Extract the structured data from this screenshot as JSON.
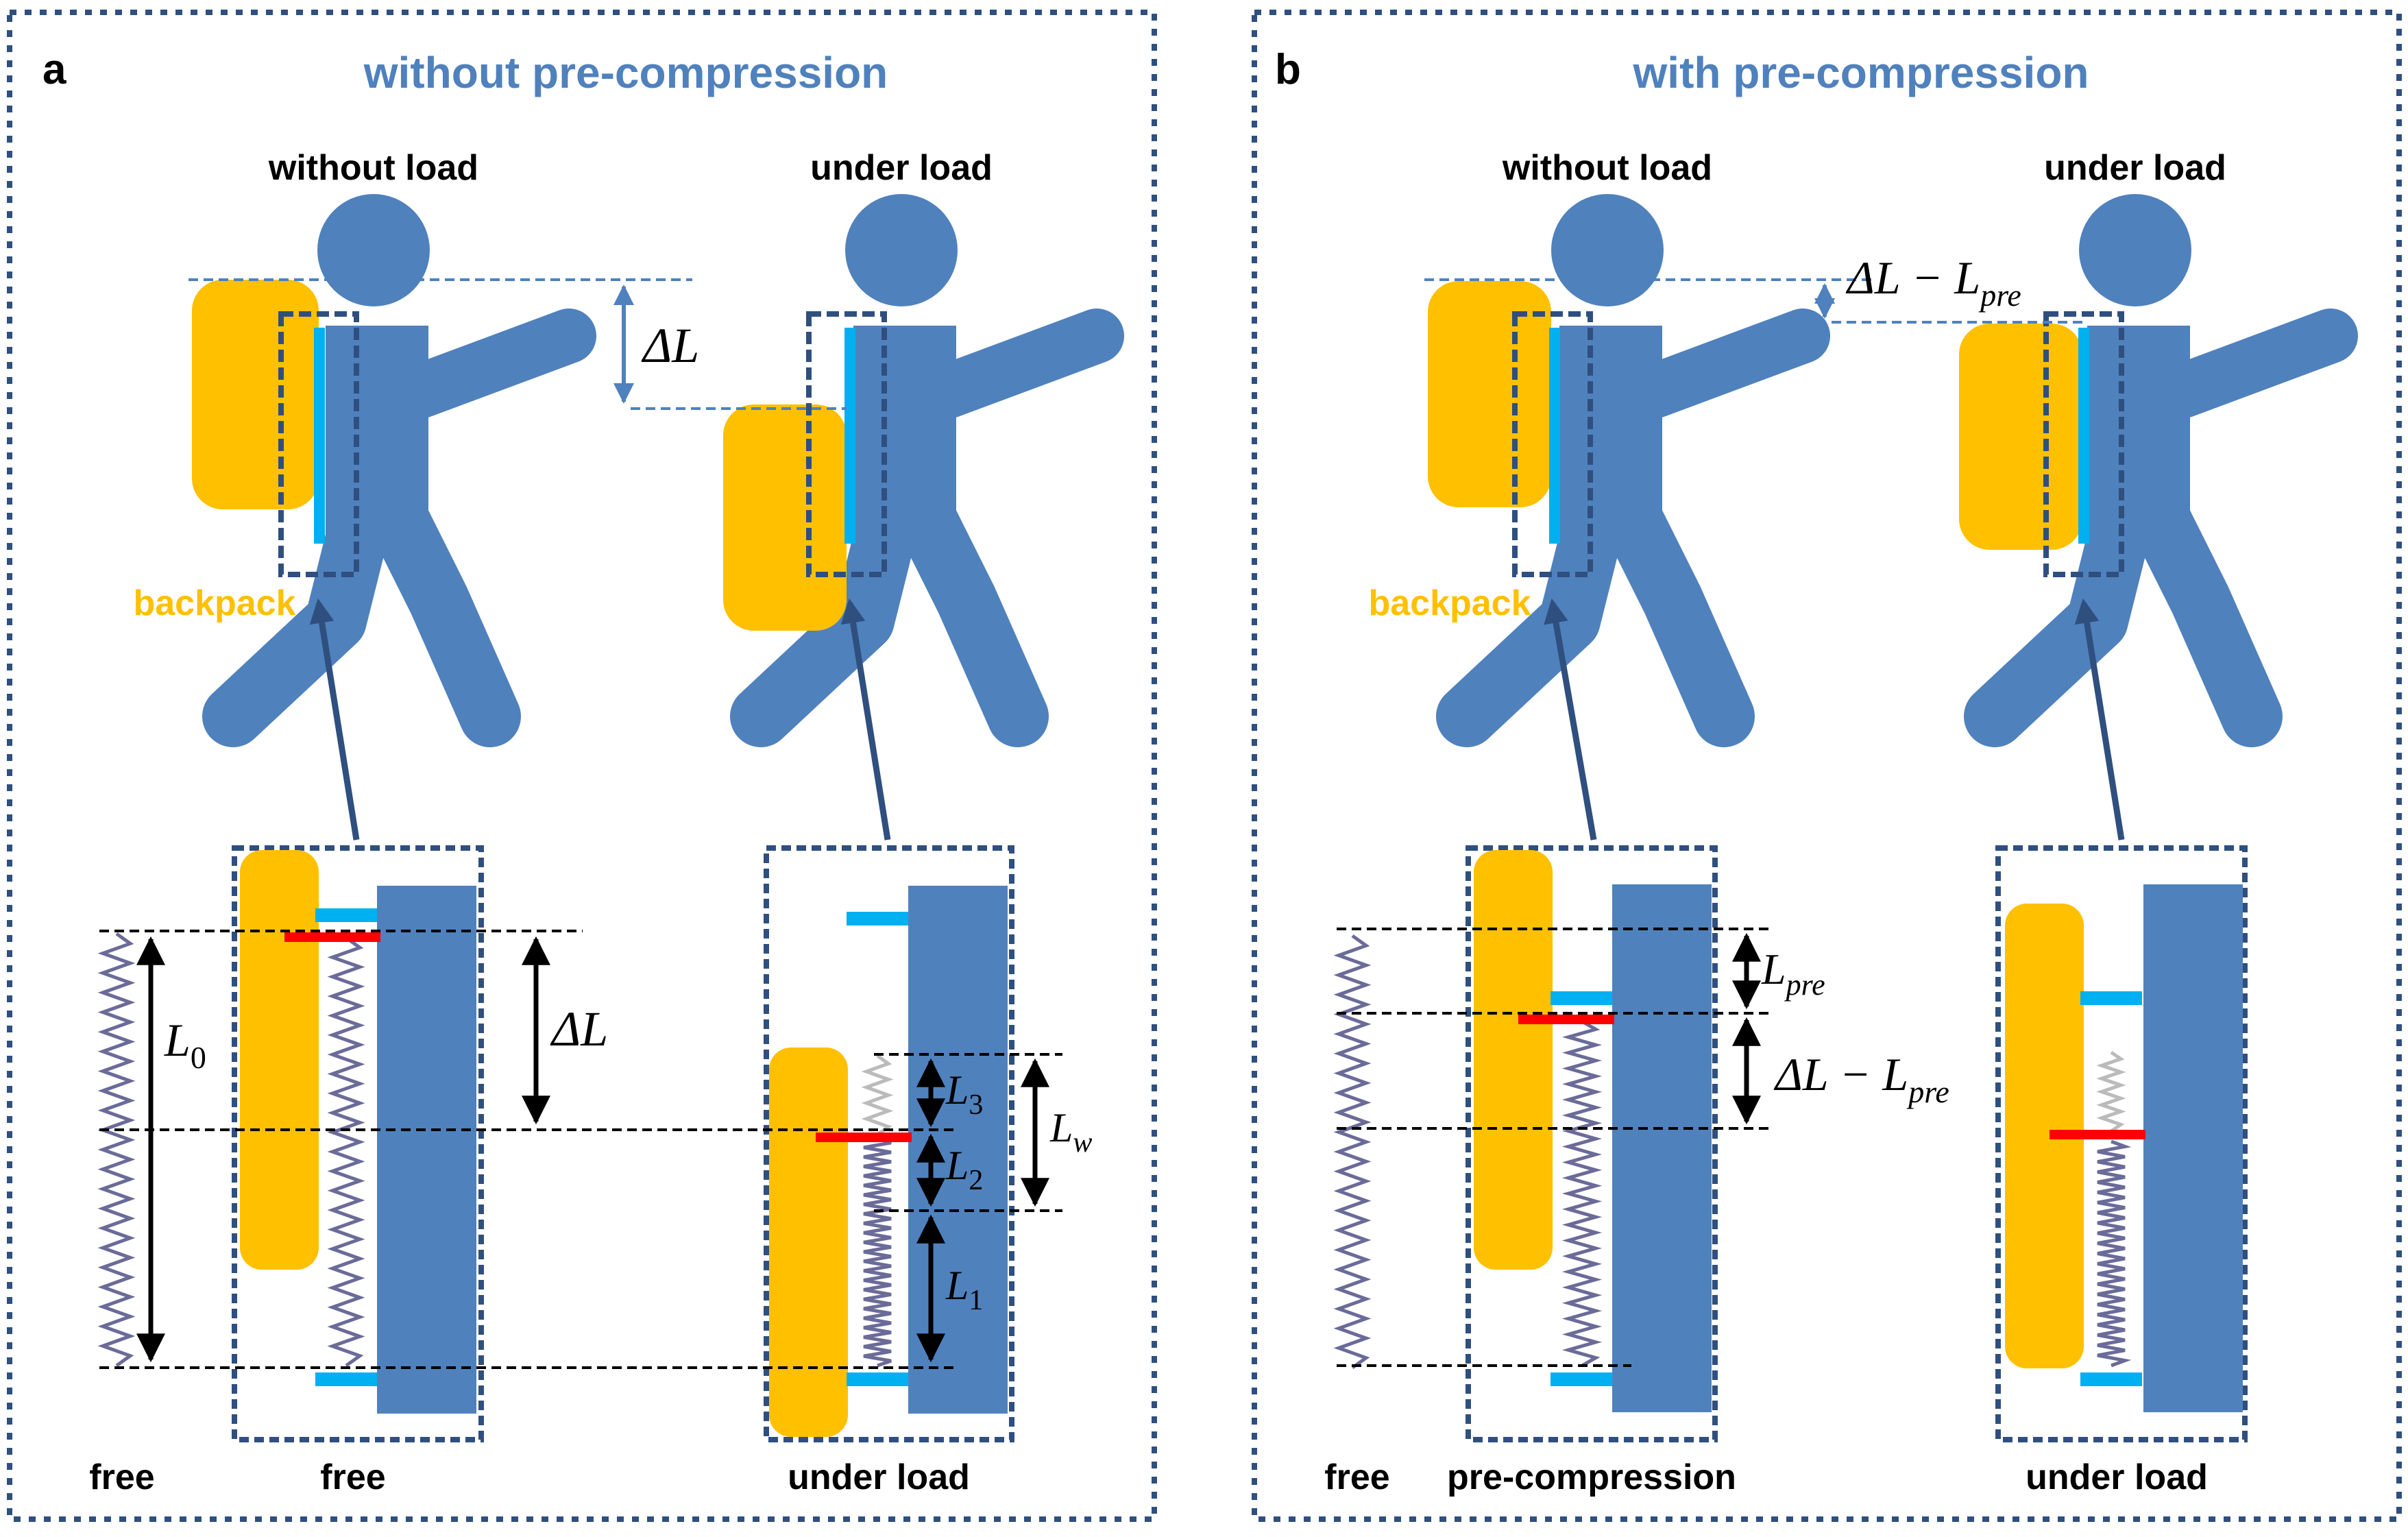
{
  "panel_a": {
    "letter": "a",
    "title": "without pre-compression",
    "figure_left_label": "without load",
    "figure_right_label": "under load",
    "backpack_label": "backpack",
    "top_delta_label": "ΔL",
    "bottom_labels": {
      "spring_free": "free",
      "module_free": "free",
      "module_loaded": "under load"
    },
    "dimensions": {
      "L0": {
        "sym": "L",
        "sub": "0"
      },
      "DeltaL": "ΔL",
      "L3": {
        "sym": "L",
        "sub": "3"
      },
      "L2": {
        "sym": "L",
        "sub": "2"
      },
      "L1": {
        "sym": "L",
        "sub": "1"
      },
      "Lw": {
        "sym": "L",
        "sub": "w"
      }
    }
  },
  "panel_b": {
    "letter": "b",
    "title": "with pre-compression",
    "figure_left_label": "without load",
    "figure_right_label": "under load",
    "backpack_label": "backpack",
    "top_delta_label": {
      "main": "ΔL − L",
      "sub": "pre"
    },
    "bottom_labels": {
      "spring_free": "free",
      "module_precomp": "pre-compression",
      "module_loaded": "under load"
    },
    "dimensions": {
      "Lpre": {
        "sym": "L",
        "sub": "pre"
      },
      "DeltaL_minus_Lpre": {
        "main": "ΔL − L",
        "sub": "pre"
      }
    }
  },
  "colors": {
    "person": "#4f81bd",
    "backpack": "#ffc000",
    "backpack_label": "#ffc000",
    "title": "#4f81bd",
    "frame": "#2f4f7f",
    "connector": "#00b0f0",
    "marker": "#ff0000",
    "spring": "#6b6b99",
    "spring_compressed": "#9a9a9a",
    "dim_line": "#000000",
    "guide_dash": "#000000"
  }
}
